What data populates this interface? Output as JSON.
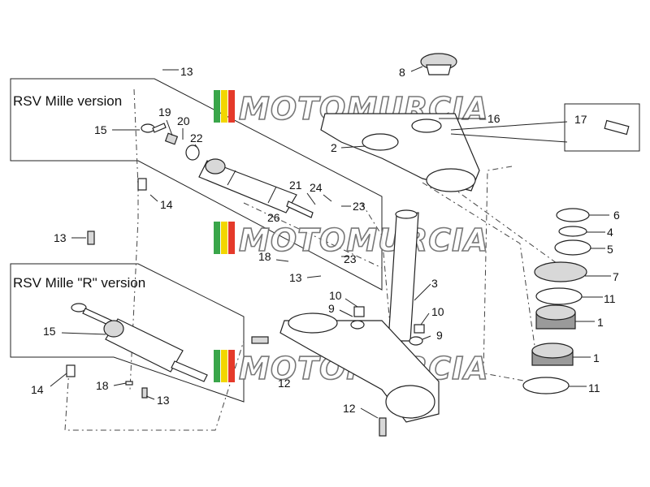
{
  "version_labels": {
    "rsv_mille": "RSV Mille version",
    "rsv_mille_r": "RSV Mille \"R\" version"
  },
  "watermark": {
    "text": "MOTOMURCIA",
    "stripe_colors": [
      "#3aa64a",
      "#f2d600",
      "#e53a2a"
    ]
  },
  "callouts": [
    {
      "id": "c13a",
      "text": "13"
    },
    {
      "id": "c8",
      "text": "8"
    },
    {
      "id": "c16",
      "text": "16"
    },
    {
      "id": "c17",
      "text": "17"
    },
    {
      "id": "c19",
      "text": "19"
    },
    {
      "id": "c20",
      "text": "20"
    },
    {
      "id": "c15a",
      "text": "15"
    },
    {
      "id": "c22",
      "text": "22"
    },
    {
      "id": "c2",
      "text": "2"
    },
    {
      "id": "c14a",
      "text": "14"
    },
    {
      "id": "c21",
      "text": "21"
    },
    {
      "id": "c24",
      "text": "24"
    },
    {
      "id": "c23a",
      "text": "23"
    },
    {
      "id": "c26",
      "text": "26"
    },
    {
      "id": "c6",
      "text": "6"
    },
    {
      "id": "c13b",
      "text": "13"
    },
    {
      "id": "c4",
      "text": "4"
    },
    {
      "id": "c5",
      "text": "5"
    },
    {
      "id": "c18a",
      "text": "18"
    },
    {
      "id": "c23b",
      "text": "23"
    },
    {
      "id": "c7",
      "text": "7"
    },
    {
      "id": "c13c",
      "text": "13"
    },
    {
      "id": "c3",
      "text": "3"
    },
    {
      "id": "c11a",
      "text": "11"
    },
    {
      "id": "c10a",
      "text": "10"
    },
    {
      "id": "c9a",
      "text": "9"
    },
    {
      "id": "c10b",
      "text": "10"
    },
    {
      "id": "c1a",
      "text": "1"
    },
    {
      "id": "c15b",
      "text": "15"
    },
    {
      "id": "c9b",
      "text": "9"
    },
    {
      "id": "c1b",
      "text": "1"
    },
    {
      "id": "c12a",
      "text": "12"
    },
    {
      "id": "c18b",
      "text": "18"
    },
    {
      "id": "c14b",
      "text": "14"
    },
    {
      "id": "c13d",
      "text": "13"
    },
    {
      "id": "c11b",
      "text": "11"
    },
    {
      "id": "c12b",
      "text": "12"
    }
  ]
}
